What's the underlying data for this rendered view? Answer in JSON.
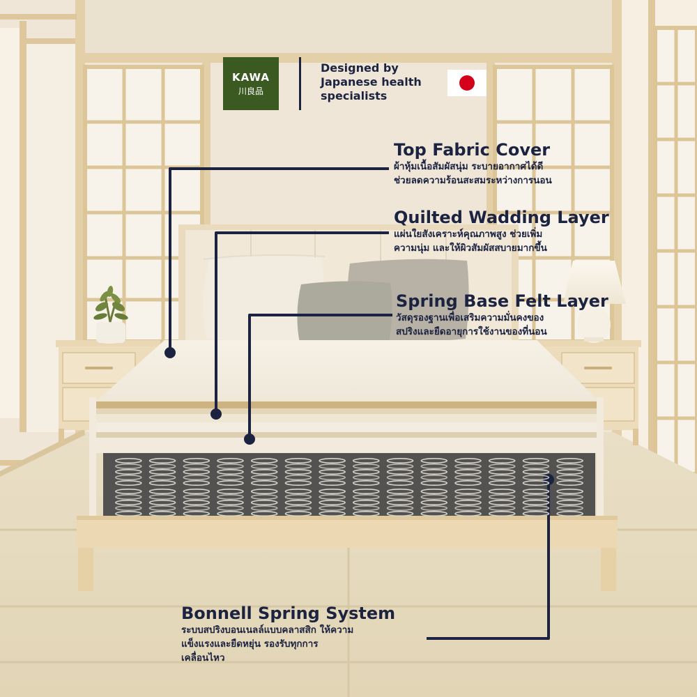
{
  "brand": {
    "logo_text": "KAWA",
    "logo_subtext": "川良品",
    "tagline": "Designed by Japanese health specialists",
    "flag": "japan-flag-icon"
  },
  "colors": {
    "text": "#1c2340",
    "logo_bg": "#3b5a22",
    "flag_red": "#d5001c",
    "room_wall": "#efe6d8",
    "wood": "#ead9b8"
  },
  "callouts": [
    {
      "title": "Top Fabric Cover",
      "description": "ผ้าหุ้มเนื้อสัมผัสนุ่ม ระบายอากาศได้ดี\nช่วยลดความร้อนสะสมระหว่างการนอน"
    },
    {
      "title": "Quilted Wadding Layer",
      "description": "แผ่นใยสังเคราะห์คุณภาพสูง ช่วยเพิ่ม\nความนุ่ม และให้ผิวสัมผัสสบายมากขึ้น"
    },
    {
      "title": "Spring Base Felt Layer",
      "description": "วัสดุรองฐานเพื่อเสริมความมั่นคงของ\nสปริงและยืดอายุการใช้งานของที่นอน"
    },
    {
      "title": "Bonnell Spring System",
      "description": "ระบบสปริงบอนเนลล์แบบคลาสสิก ให้ความ\nแข็งแรงและยืดหยุ่น รองรับทุกการ\nเคลื่อนไหว"
    }
  ]
}
